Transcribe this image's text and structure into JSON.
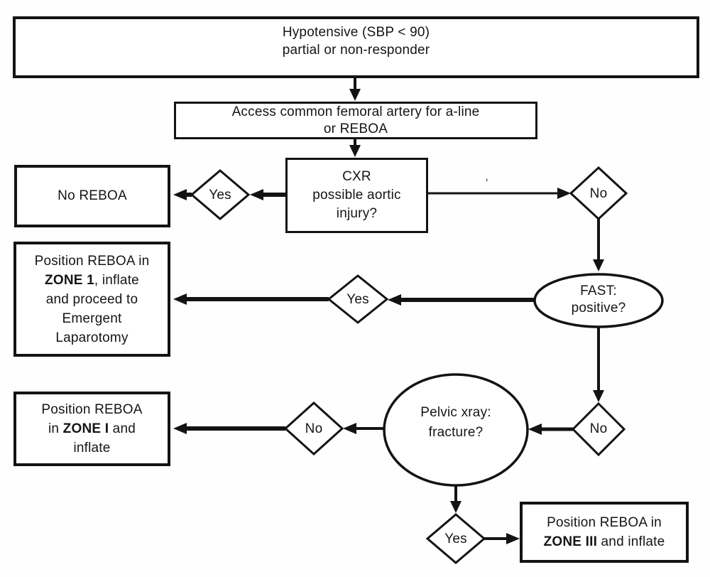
{
  "nodes": {
    "hypotensive": {
      "lines": [
        "Hypotensive (SBP < 90)",
        "partial or non-responder"
      ]
    },
    "access": {
      "lines": [
        "Access common femoral artery for a-line",
        "or REBOA"
      ]
    },
    "cxr": {
      "lines": [
        "CXR",
        "possible aortic",
        "injury?"
      ]
    },
    "no_reboa": {
      "label": "No REBOA"
    },
    "fast": {
      "lines": [
        "FAST:",
        "positive?"
      ]
    },
    "zone1": {
      "line1": "Position REBOA in",
      "line2_bold": "ZONE 1",
      "line2_rest": ", inflate",
      "line3": "and proceed to",
      "line4": "Emergent",
      "line5": "Laparotomy"
    },
    "pelvic": {
      "lines": [
        "Pelvic xray:",
        "fracture?"
      ]
    },
    "zone_i": {
      "line1": "Position REBOA",
      "line2_pre": "in ",
      "line2_bold": "ZONE I",
      "line2_rest": " and",
      "line3": "inflate"
    },
    "zone_iii": {
      "line1": "Position REBOA in",
      "line2_bold": "ZONE III",
      "line2_rest": " and inflate"
    }
  },
  "decisions": {
    "cxr_yes": "Yes",
    "cxr_no": "No",
    "fast_yes": "Yes",
    "pelvic_entry_no": "No",
    "pelvic_no": "No",
    "pelvic_yes": "Yes"
  },
  "artifacts": {
    "mark": "'"
  },
  "colors": {
    "line": "#131313",
    "background": "#fefefe",
    "text": "#151515"
  }
}
